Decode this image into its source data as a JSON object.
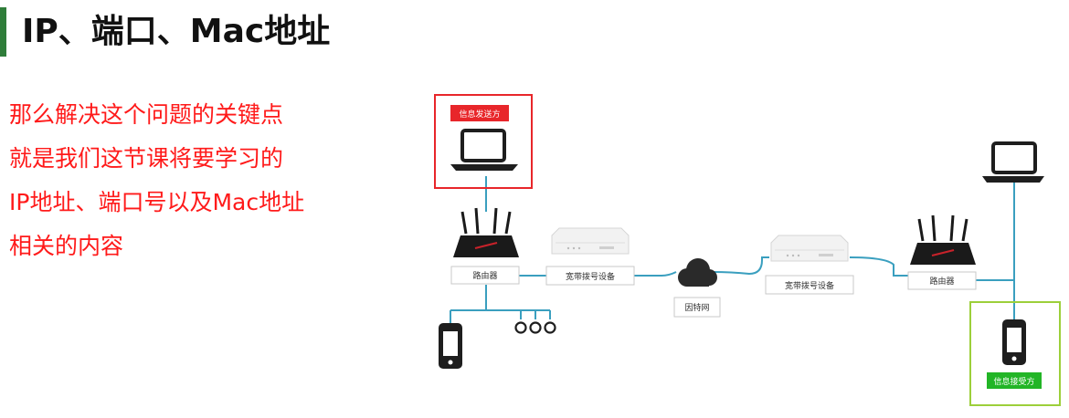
{
  "page": {
    "title": "IP、端口、Mac地址",
    "description_lines": [
      "那么解决这个问题的关键点",
      "就是我们这节课将要学习的",
      "IP地址、端口号以及Mac地址",
      "相关的内容"
    ]
  },
  "diagram": {
    "sender_label": "信息发送方",
    "receiver_label": "信息接受方",
    "router_left_label": "路由器",
    "router_right_label": "路由器",
    "modem_left_label": "宽带拨号设备",
    "modem_right_label": "宽带拨号设备",
    "internet_label": "因特网",
    "colors": {
      "sender_accent": "#e8262a",
      "receiver_accent": "#9ccf3a",
      "receiver_label_bg": "#22b526",
      "link_line": "#3a9fbf",
      "title_bar": "#2f7d3a",
      "description_text": "#ff1a1a"
    }
  }
}
